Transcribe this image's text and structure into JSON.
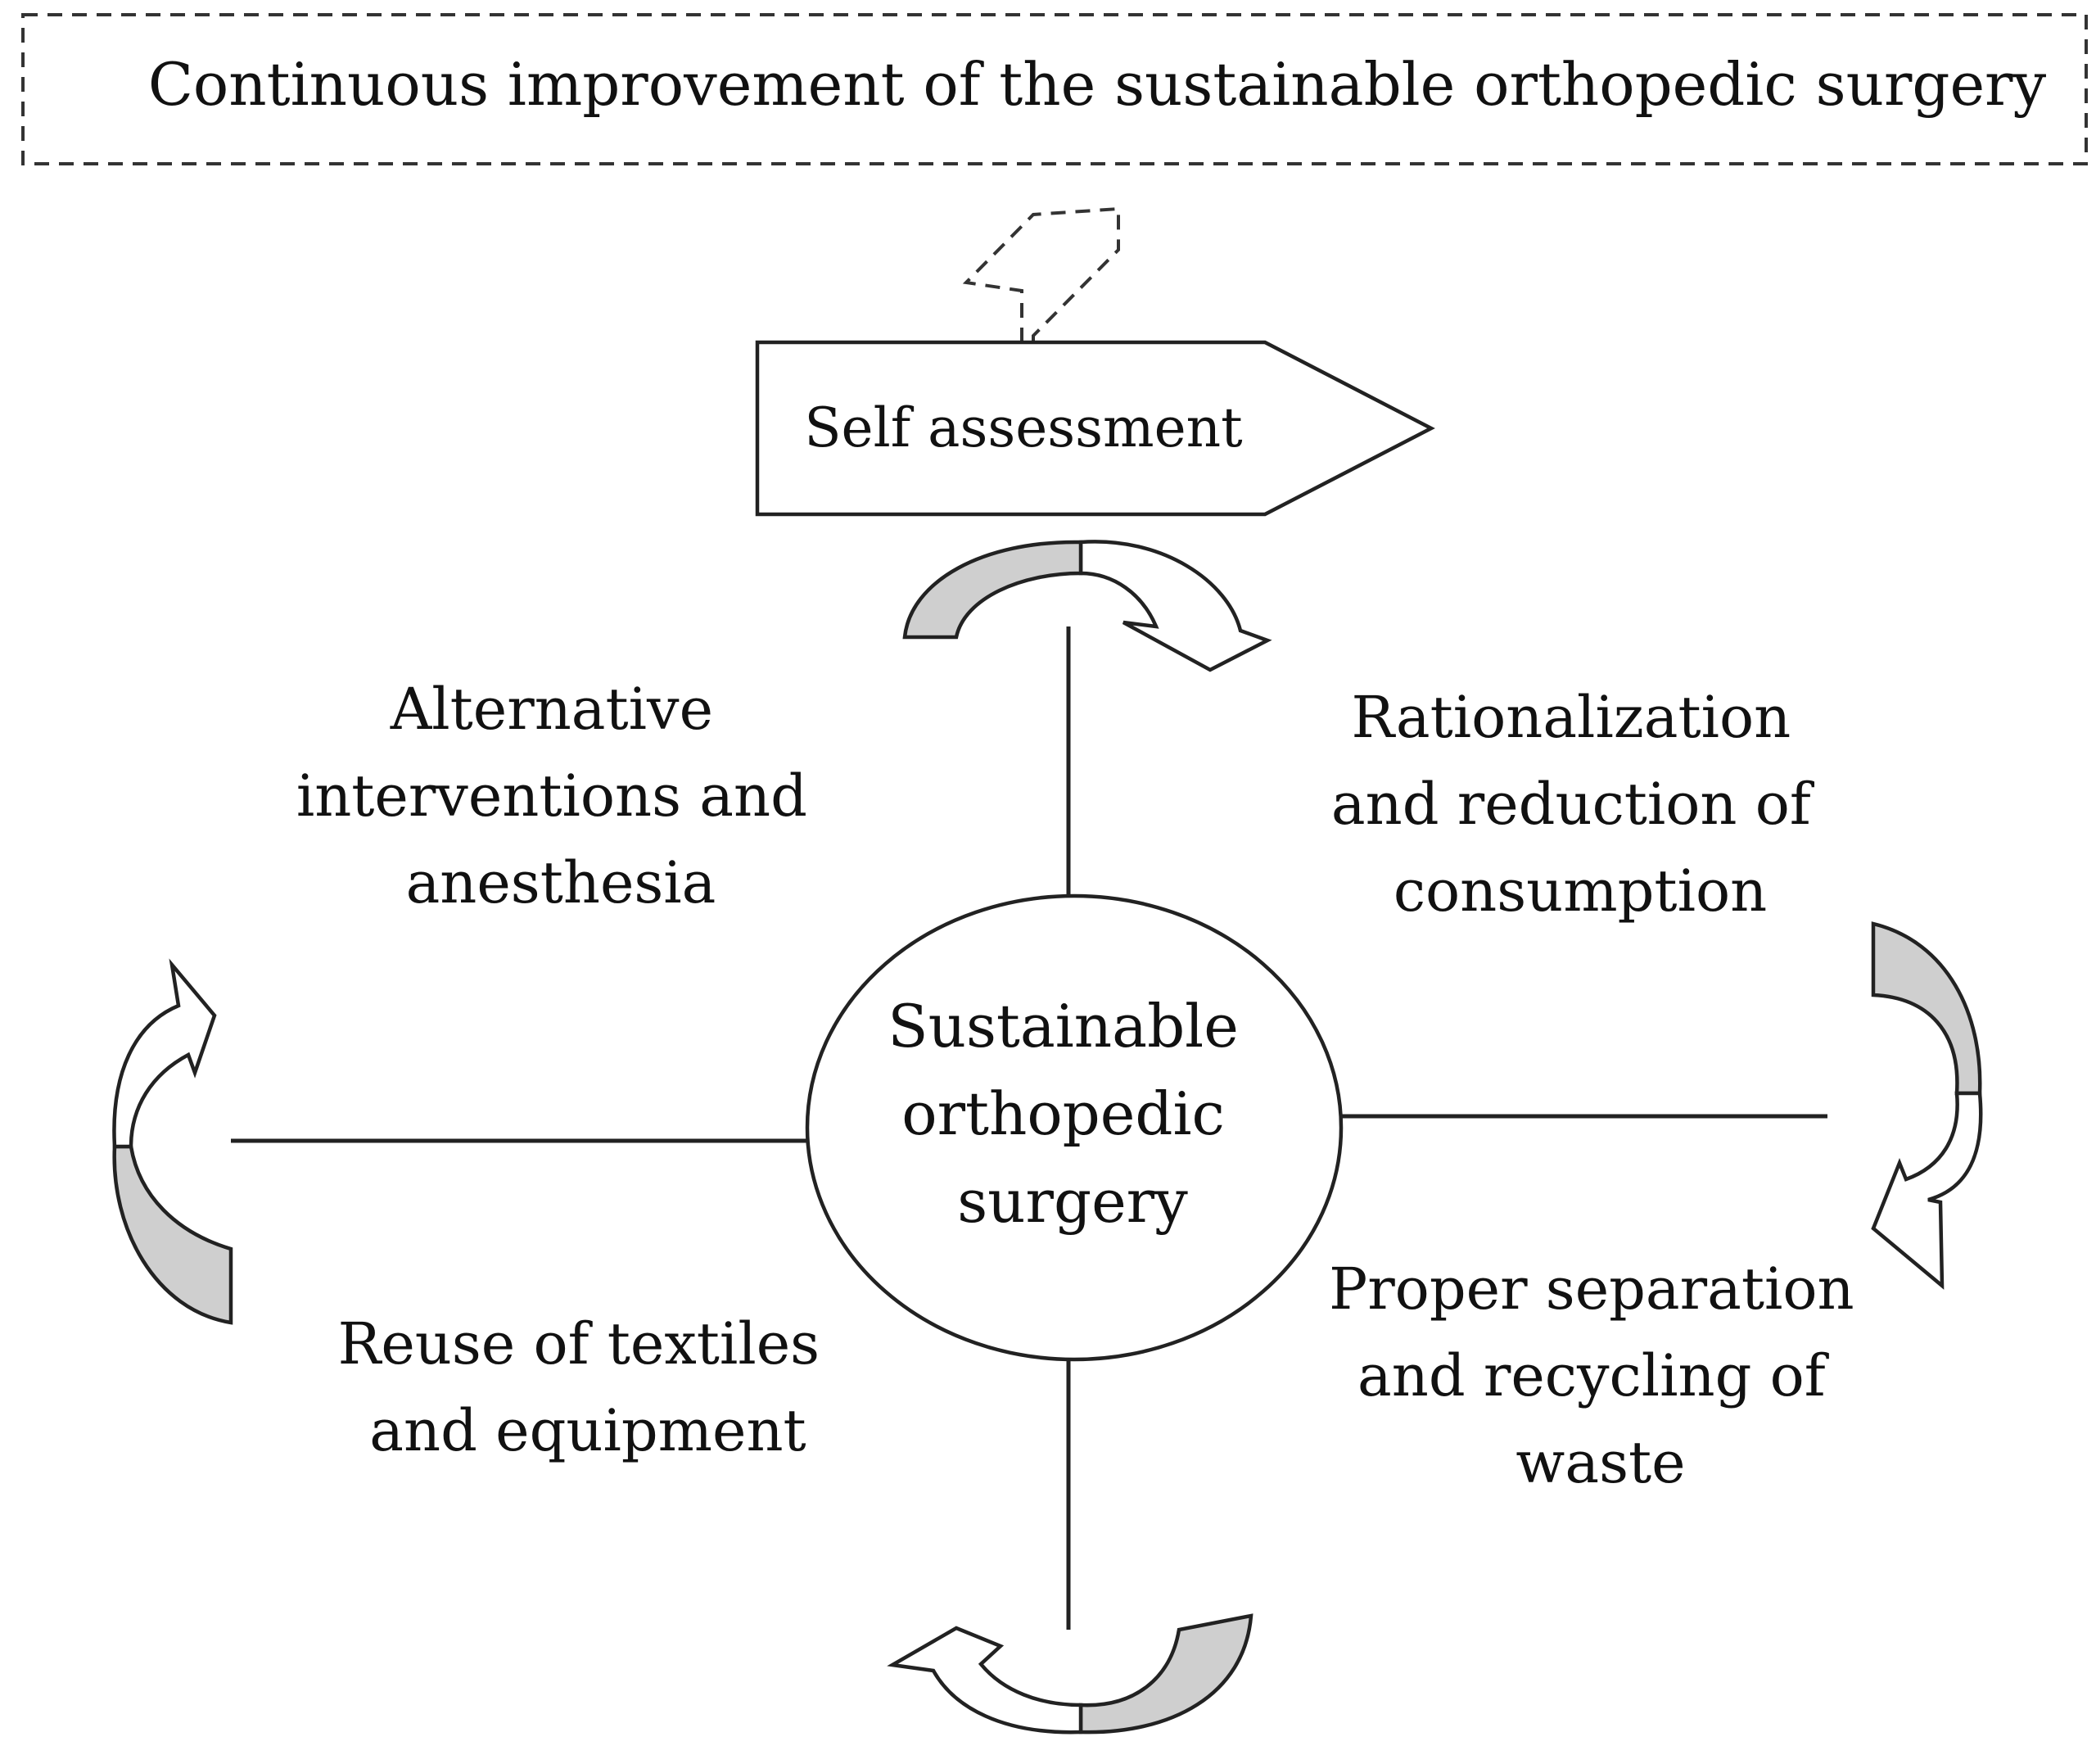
{
  "title": "Continuous improvement of the sustainable orthopedic surgery",
  "self_assessment": "Self assessment",
  "center": [
    "Sustainable",
    "orthopedic",
    "surgery"
  ],
  "quadrants": {
    "top_left": [
      "Alternative",
      "interventions and",
      "anesthesia"
    ],
    "top_right": [
      "Rationalization",
      "and reduction of",
      "consumption"
    ],
    "bottom_left": [
      "Reuse of textiles",
      "and equipment"
    ],
    "bottom_right": [
      "Proper separation",
      "and recycling of",
      "waste"
    ]
  },
  "colors": {
    "stroke": "#222222",
    "arrow_band": "#cfcfcf",
    "background": "#ffffff"
  }
}
